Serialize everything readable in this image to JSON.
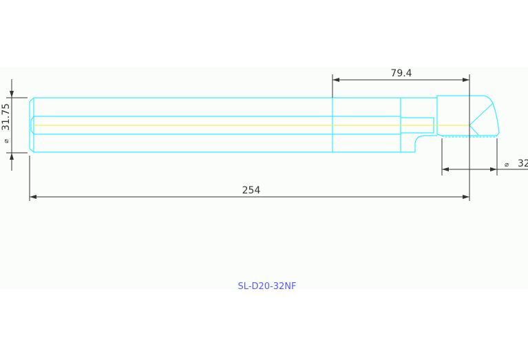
{
  "drawing": {
    "title": "SL-D20-32NF",
    "dimensions": {
      "shank_diameter": "31.75",
      "diameter_symbol": "⌀",
      "head_length": "79.4",
      "overall_length": "254",
      "cutting_diameter": "32"
    },
    "colors": {
      "outline": "#33eeff",
      "centerline": "#eeee33",
      "dimension": "#333333",
      "title": "#5a5af0"
    }
  }
}
